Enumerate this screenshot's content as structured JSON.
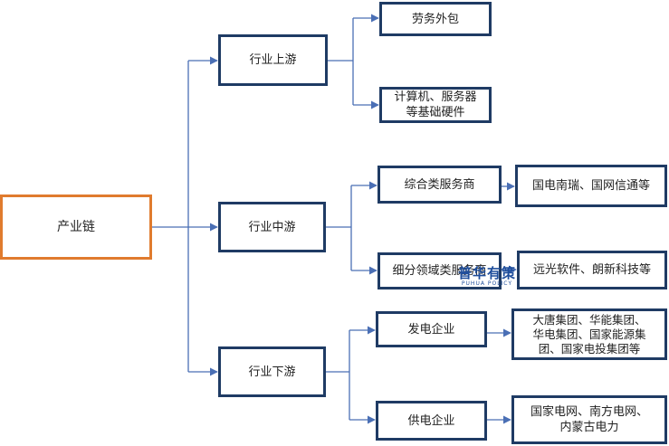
{
  "root": {
    "label": "产业链"
  },
  "level1": [
    {
      "label": "行业上游"
    },
    {
      "label": "行业中游"
    },
    {
      "label": "行业下游"
    }
  ],
  "level2": [
    {
      "label": "劳务外包"
    },
    {
      "label": "计算机、服务器\n等基础硬件"
    },
    {
      "label": "综合类服务商"
    },
    {
      "label": "细分领域类服务商"
    },
    {
      "label": "发电企业"
    },
    {
      "label": "供电企业"
    }
  ],
  "level3": [
    {
      "label": "国电南瑞、国网信通等"
    },
    {
      "label": "远光软件、朗新科技等"
    },
    {
      "label": "大唐集团、华能集团、\n华电集团、国家能源集\n团、国家电投集团等"
    },
    {
      "label": "国家电网、南方电网、\n内蒙古电力"
    }
  ],
  "watermark": {
    "main": "普华有策",
    "sub": "PUHUA POLICY"
  },
  "colors": {
    "connector": "#4a6fb5",
    "box_border": "#1f3b64",
    "root_border": "#e07b2e",
    "watermark": "#1f4e9c"
  }
}
